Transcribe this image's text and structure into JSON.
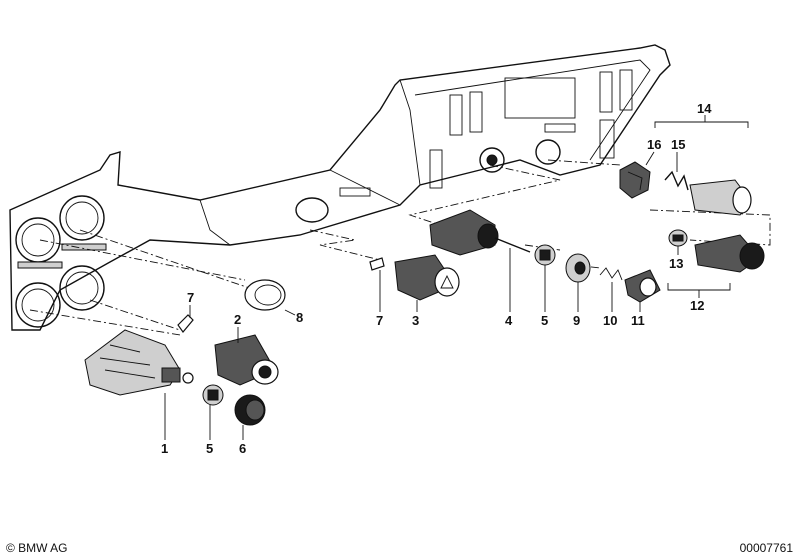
{
  "callouts": {
    "c1": "1",
    "c2": "2",
    "c3": "3",
    "c4": "4",
    "c5a": "5",
    "c5b": "5",
    "c6": "6",
    "c7a": "7",
    "c7b": "7",
    "c8": "8",
    "c9": "9",
    "c10": "10",
    "c11": "11",
    "c12": "12",
    "c13": "13",
    "c14": "14",
    "c15": "15",
    "c16": "16"
  },
  "footer": {
    "copyright": "© BMW AG",
    "ref": "00007761"
  }
}
